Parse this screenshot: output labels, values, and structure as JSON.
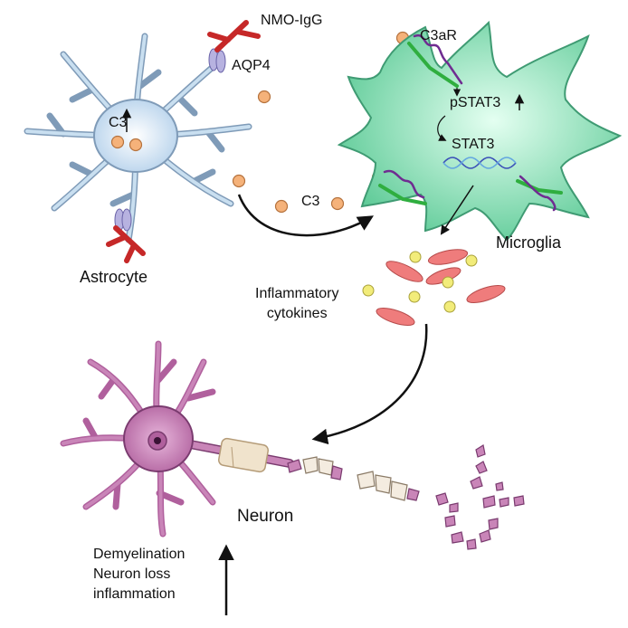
{
  "labels": {
    "nmo_igg": "NMO-IgG",
    "aqp4": "AQP4",
    "c3_inside": "C3",
    "c3_between": "C3",
    "c3ar": "C3aR",
    "pstat3": "pSTAT3",
    "stat3": "STAT3",
    "microglia": "Microglia",
    "astrocyte": "Astrocyte",
    "inflammatory_cytokines": [
      "Inflammatory",
      "cytokines"
    ],
    "neuron": "Neuron",
    "outcomes": [
      "Demyelination",
      "Neuron loss",
      "inflammation"
    ]
  },
  "colors": {
    "astrocyte_fill": "#c9dff0",
    "astrocyte_stroke": "#7f9bb8",
    "microglia_fill": "#7fd7ae",
    "microglia_stroke": "#3f9b73",
    "c3_particle": "#f5b27a",
    "cytokine_red": "#ef7c7c",
    "cytokine_yellow": "#f2ec7a",
    "neuron_fill": "#c985b8",
    "neuron_stroke": "#7a3b6f",
    "antibody_red": "#c62828",
    "receptor_green": "#2fae3f",
    "receptor_purple": "#6f2c91"
  }
}
